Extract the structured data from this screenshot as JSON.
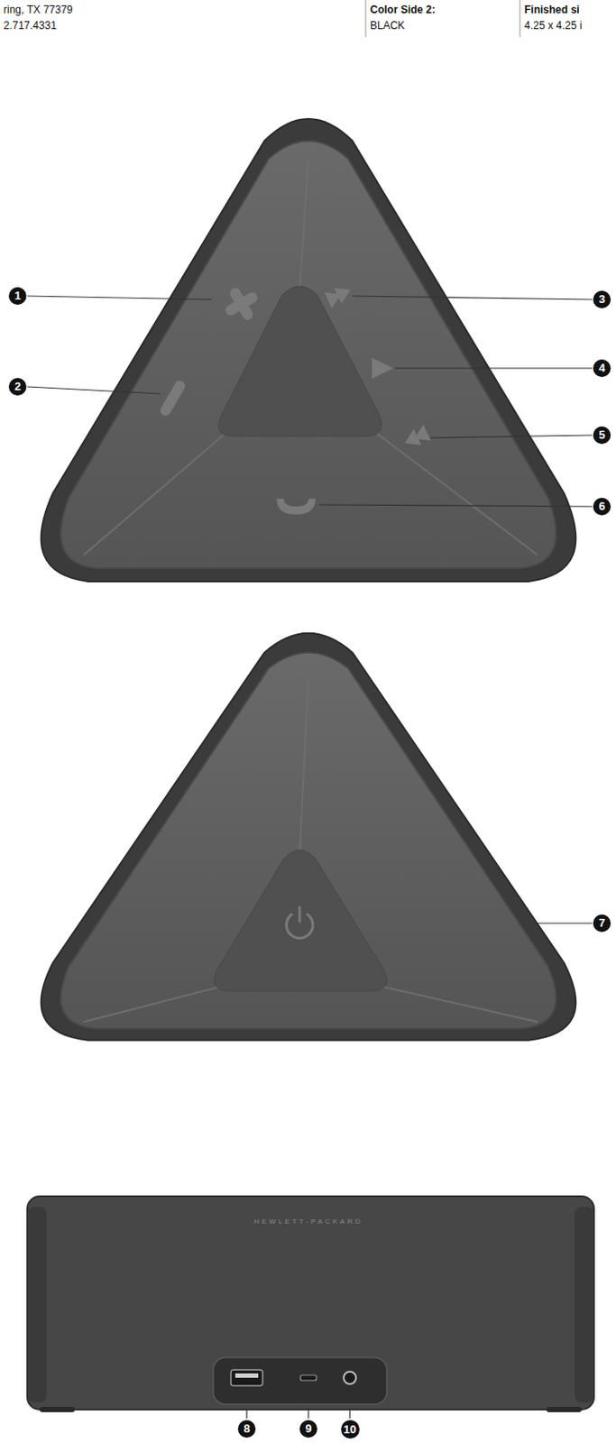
{
  "diagram": {
    "labels": [
      "ring, TX 77379",
      "2.717.4331",
      "Color Side 2:",
      "BLACK",
      "Finished si",
      "4.25 x 4.25 i",
      "1",
      "2",
      "3",
      "4",
      "5",
      "6",
      "7",
      "8",
      "9",
      "10",
      "HEWLETT-PACKARD"
    ]
  }
}
